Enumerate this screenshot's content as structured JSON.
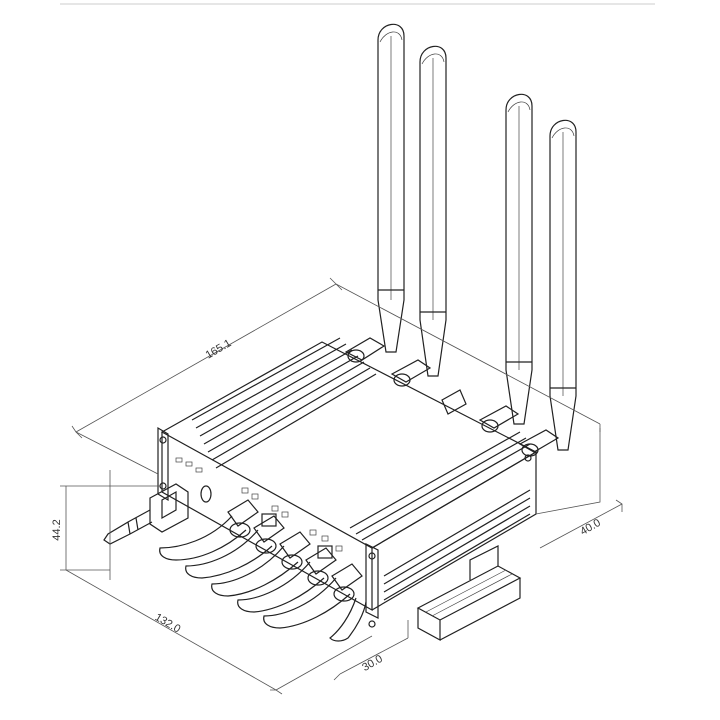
{
  "dimensions": {
    "length": "165.1",
    "height": "44.2",
    "width": "132.0",
    "depth": "40.0",
    "rail_offset": "30.0"
  },
  "colors": {
    "line": "#222222",
    "dimension_line": "#555555",
    "fill": "#ffffff",
    "frame_border": "#e6e6e6"
  }
}
